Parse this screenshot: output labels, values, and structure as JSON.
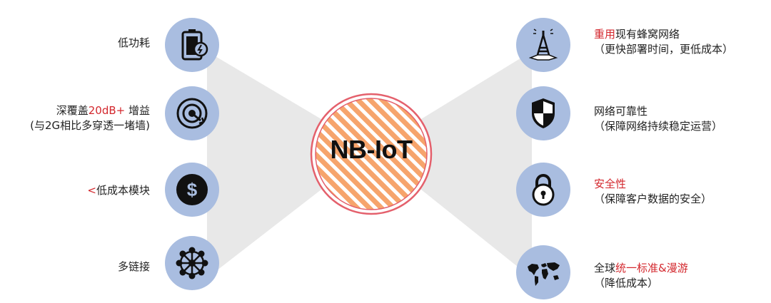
{
  "center": {
    "title": "NB-IoT"
  },
  "left_features": [
    {
      "parts": [
        {
          "text": "低功耗",
          "red": false
        }
      ],
      "sub": "",
      "icon": "battery-icon"
    },
    {
      "parts": [
        {
          "text": "深覆盖",
          "red": false
        },
        {
          "text": "20dB+",
          "red": true
        },
        {
          "text": " 增益",
          "red": false
        }
      ],
      "sub": "(与2G相比多穿透一堵墙)",
      "icon": "target-icon"
    },
    {
      "parts": [
        {
          "text": "<",
          "red": true
        },
        {
          "text": "低成本模块",
          "red": false
        }
      ],
      "sub": "",
      "icon": "dollar-icon"
    },
    {
      "parts": [
        {
          "text": "多链接",
          "red": false
        }
      ],
      "sub": "",
      "icon": "network-icon"
    }
  ],
  "right_features": [
    {
      "parts": [
        {
          "text": "重用",
          "red": true
        },
        {
          "text": "现有蜂窝网络",
          "red": false
        }
      ],
      "sub": "（更快部署时间，更低成本）",
      "icon": "cell-tower-icon"
    },
    {
      "parts": [
        {
          "text": "网络可靠性",
          "red": false
        }
      ],
      "sub": "（保障网络持续稳定运营）",
      "icon": "shield-icon"
    },
    {
      "parts": [
        {
          "text": "安全性",
          "red": true
        }
      ],
      "sub": "（保障客户数据的安全）",
      "icon": "lock-icon"
    },
    {
      "parts": [
        {
          "text": "全球",
          "red": false
        },
        {
          "text": "统一标准&漫游",
          "red": true
        }
      ],
      "sub": "（降低成本）",
      "icon": "world-map-icon"
    }
  ],
  "colors": {
    "red": "#d3272d",
    "icon_circle": "#a9bde0",
    "funnel": "#e8e8e8",
    "hatch_orange": "#f6a46c",
    "ring_red": "#e05a66"
  }
}
